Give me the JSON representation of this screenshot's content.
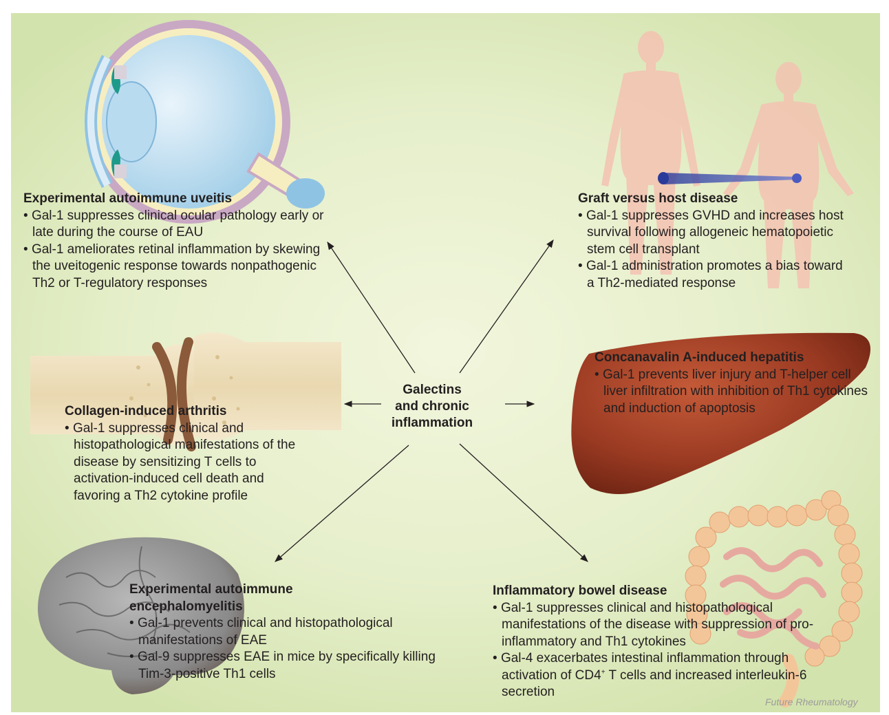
{
  "center": {
    "line1": "Galectins",
    "line2": "and chronic",
    "line3": "inflammation"
  },
  "sections": {
    "uveitis": {
      "title": "Experimental autoimmune uveitis",
      "bullets": [
        "Gal-1 suppresses clinical ocular pathology early or late during the course of EAU",
        "Gal-1 ameliorates retinal inflammation by skewing the uveitogenic response towards nonpathogenic Th2 or T-regulatory responses"
      ]
    },
    "gvhd": {
      "title": "Graft versus host disease",
      "bullets": [
        "Gal-1 suppresses GVHD and increases host survival following allogeneic hematopoietic stem cell transplant",
        "Gal-1 administration promotes a bias toward a Th2-mediated response"
      ]
    },
    "arthritis": {
      "title": "Collagen-induced arthritis",
      "bullets": [
        "Gal-1 suppresses clinical and histopathological manifestations of the disease by sensitizing T cells to activation-induced cell death and favoring a Th2 cytokine profile"
      ]
    },
    "hepatitis": {
      "title": "Concanavalin A-induced hepatitis",
      "bullets": [
        "Gal-1 prevents liver injury and T-helper cell liver infiltration with inhibition of Th1 cytokines and induction of apoptosis"
      ]
    },
    "eae": {
      "title_line1": "Experimental autoimmune",
      "title_line2": "encephalomyelitis",
      "bullets": [
        "Gal-1 prevents clinical and histopathological manifestations of EAE",
        "Gal-9 suppresses EAE in mice by specifically killing Tim-3-positive Th1 cells"
      ]
    },
    "ibd": {
      "title": "Inflammatory bowel disease",
      "bullets": [
        "Gal-1 suppresses clinical and histopathological manifestations of the disease with suppression of pro-inflammatory and Th1 cytokines"
      ],
      "bullet2_prefix": "Gal-4 exacerbates intestinal inflammation through activation of CD4",
      "bullet2_sup": "+",
      "bullet2_suffix": " T cells and increased interleukin-6 secretion"
    }
  },
  "credit": "Future Rheumatology",
  "colors": {
    "background": "#e6efcb",
    "arrow": "#231f20",
    "liver": "#9a3a22",
    "skin": "#f4c3b2",
    "brain": "#8f8f8f",
    "bowel": "#f3c69a"
  }
}
